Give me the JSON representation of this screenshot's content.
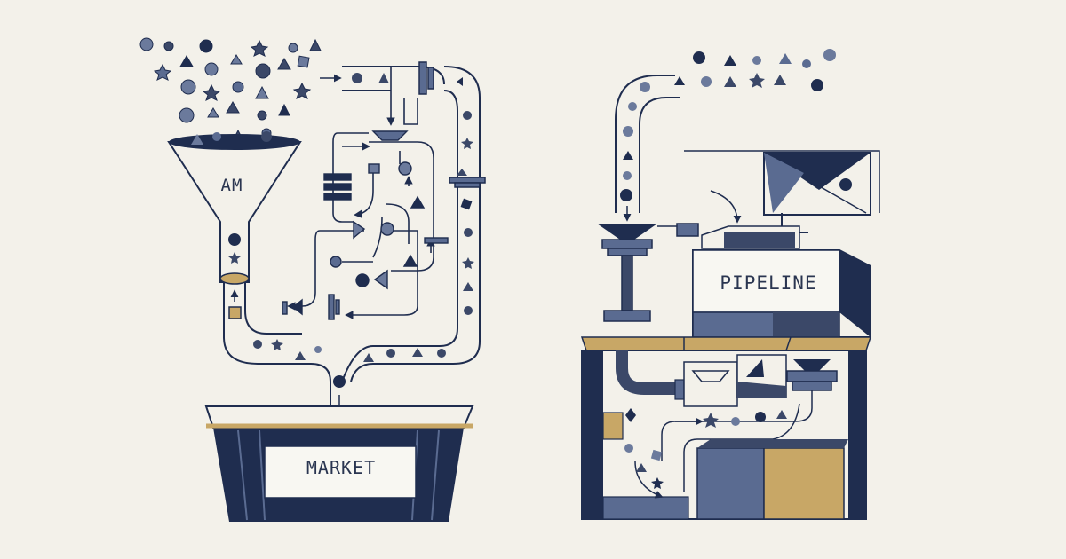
{
  "labels": {
    "funnel": "AM",
    "market": "MARKET",
    "pipeline": "PIPELINE"
  },
  "palette": {
    "background": "#f3f1ea",
    "navy": "#1f2d4f",
    "slate": "#5a6b91",
    "gold": "#c8a766",
    "ink": "#2a3550"
  }
}
